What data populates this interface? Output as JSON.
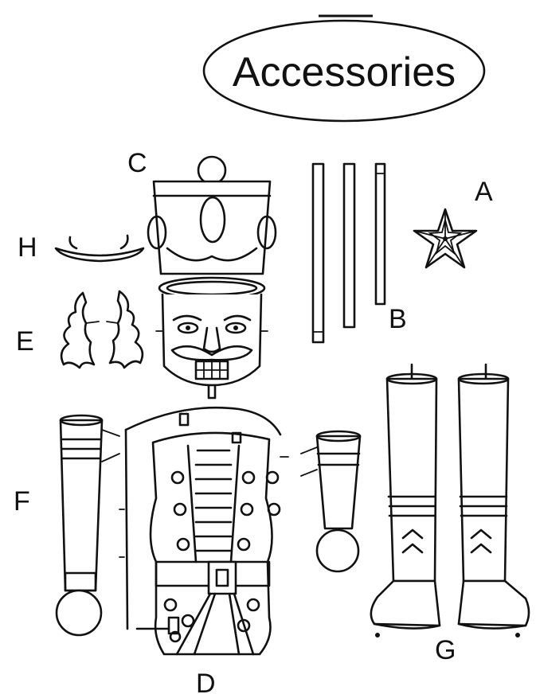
{
  "title": "Accessories",
  "parts": [
    {
      "id": "A",
      "label": "A",
      "icon": "star-topper-icon"
    },
    {
      "id": "B",
      "label": "B",
      "icon": "pole-rods-icon"
    },
    {
      "id": "C",
      "label": "C",
      "icon": "head-with-hat-icon"
    },
    {
      "id": "D",
      "label": "D",
      "icon": "torso-icon"
    },
    {
      "id": "E",
      "label": "E",
      "icon": "hair-pieces-icon"
    },
    {
      "id": "F",
      "label": "F",
      "icon": "arms-icon"
    },
    {
      "id": "G",
      "label": "G",
      "icon": "boots-icon"
    },
    {
      "id": "H",
      "label": "H",
      "icon": "hat-brim-icon"
    }
  ]
}
